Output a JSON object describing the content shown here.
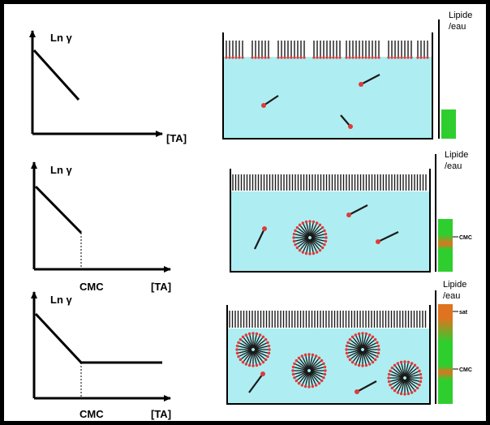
{
  "graphs": [
    {
      "ylabel": "Ln γ",
      "xlabel": "[TA]",
      "cmc": ""
    },
    {
      "ylabel": "Ln γ",
      "xlabel": "[TA]",
      "cmc": "CMC"
    },
    {
      "ylabel": "Ln γ",
      "xlabel": "[TA]",
      "cmc": "CMC"
    }
  ],
  "tanks": [
    {
      "scale_label": [
        "Lipide",
        "/eau"
      ],
      "marks": []
    },
    {
      "scale_label": [
        "Lipide",
        "/eau"
      ],
      "marks": [
        "CMC"
      ]
    },
    {
      "scale_label": [
        "Lipide",
        "/eau"
      ],
      "marks": [
        "sat",
        "CMC"
      ]
    }
  ],
  "colors": {
    "water": "#aeeef2",
    "tail": "#1a1a1a",
    "head": "#e03a3a",
    "gauge_green": "#2fce2f",
    "gauge_orange": "#e0731f"
  }
}
